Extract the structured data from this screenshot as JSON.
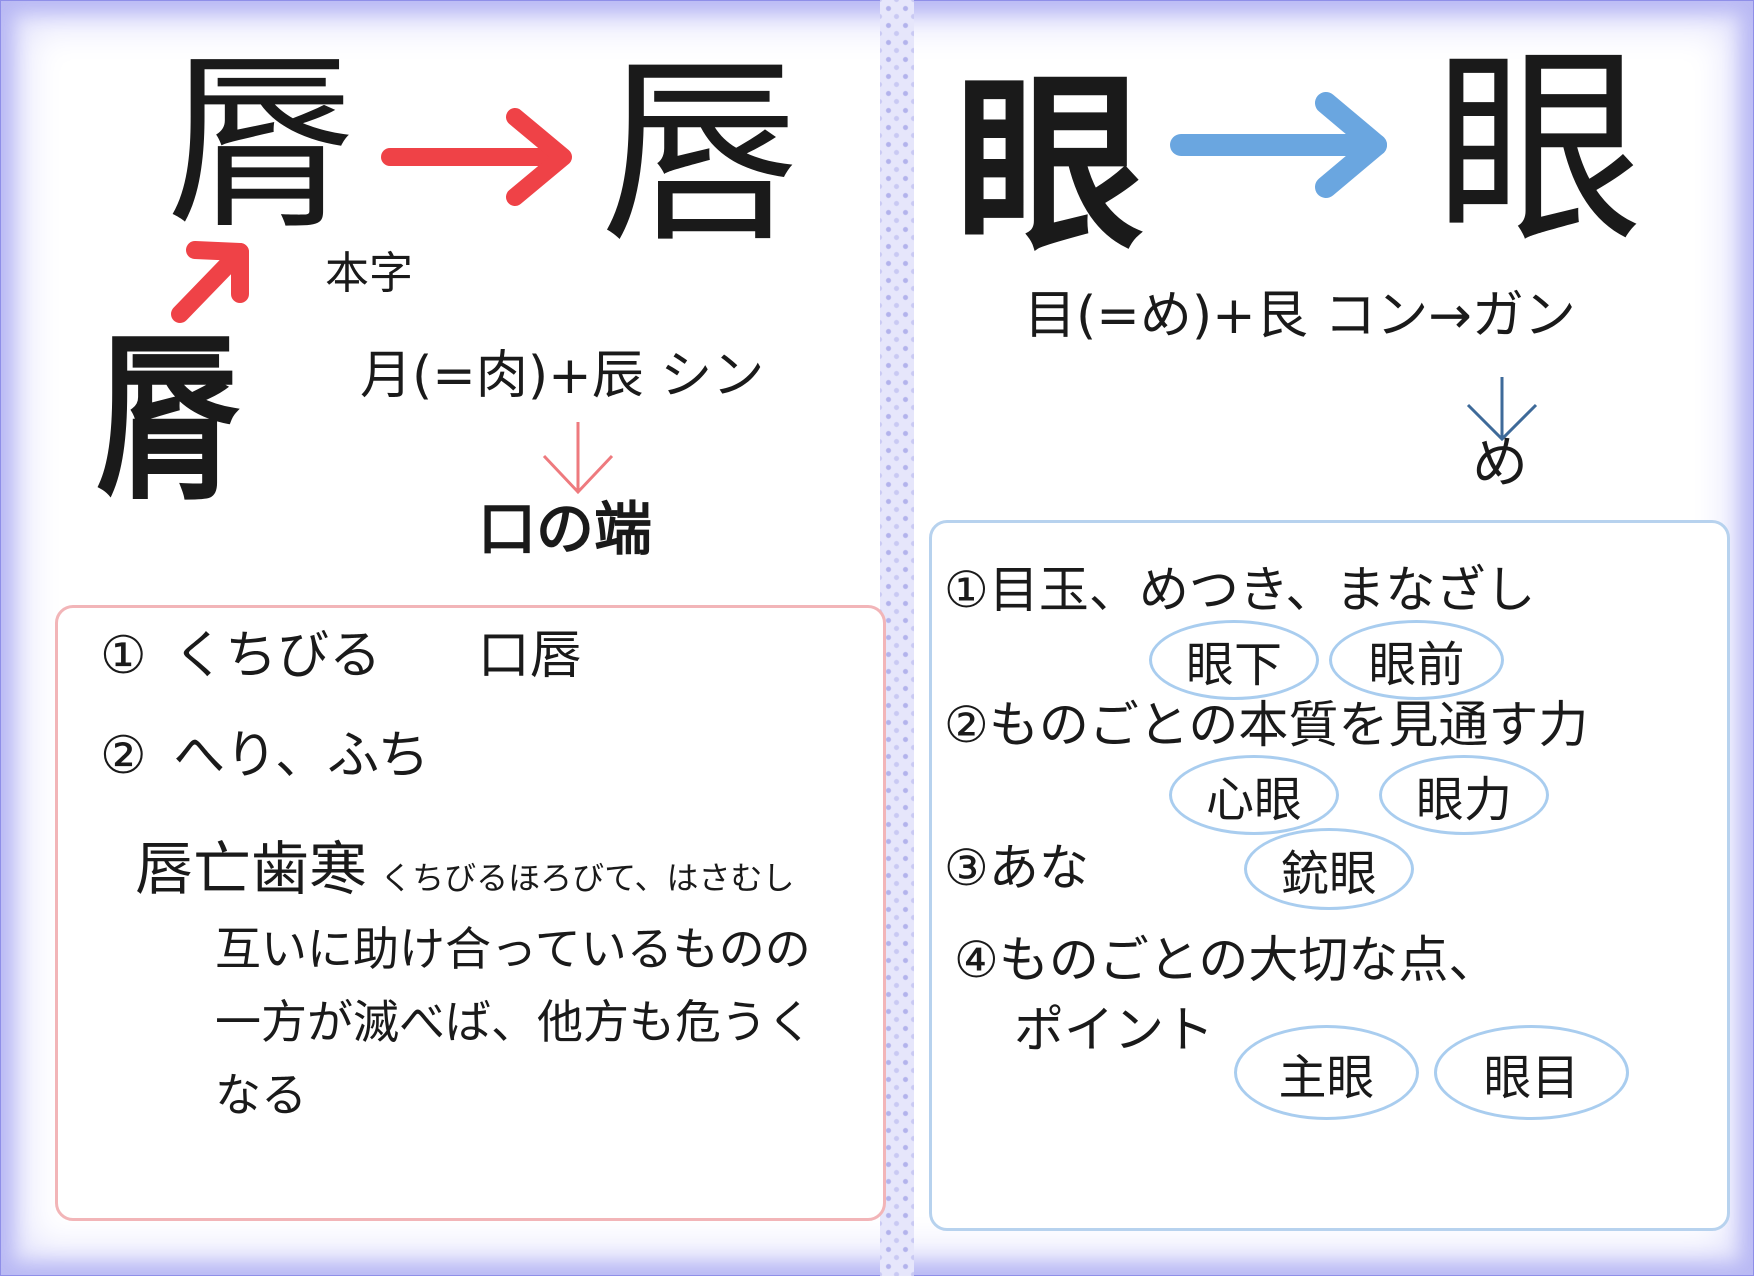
{
  "left": {
    "old_char": "脣",
    "new_char": "唇",
    "label_honji": "本字",
    "seal_char": "脣",
    "composition": "月(=肉)+辰 シン",
    "meaning_core": "口の端",
    "definitions": [
      {
        "num": "①",
        "text": "くちびる",
        "example": "口唇"
      },
      {
        "num": "②",
        "text": "へり、ふち"
      }
    ],
    "idiom": "唇亡歯寒",
    "idiom_reading": "くちびるほろびて、はさむし",
    "idiom_meaning": [
      "互いに助け合っているものの",
      "一方が滅べば、他方も危うく",
      "なる"
    ]
  },
  "right": {
    "old_char": "眼",
    "new_char": "眼",
    "composition": "目(=め)+艮 コン→ガン",
    "meaning_core": "め",
    "definitions": [
      {
        "num": "①",
        "text": "目玉、めつき、まなざし",
        "examples": [
          "眼下",
          "眼前"
        ]
      },
      {
        "num": "②",
        "text": "ものごとの本質を見通す力",
        "examples": [
          "心眼",
          "眼力"
        ]
      },
      {
        "num": "③",
        "text": "あな",
        "examples": [
          "銃眼"
        ]
      },
      {
        "num": "④",
        "text": "ものごとの大切な点、",
        "text2": "ポイント",
        "examples": [
          "主眼",
          "眼目"
        ]
      }
    ]
  },
  "colors": {
    "red_arrow": "#ef4247",
    "blue_arrow": "#6aa6e0",
    "red_box": "#f2b5b8",
    "blue_box": "#b7d2ee",
    "frame": "#b9b9f4"
  }
}
